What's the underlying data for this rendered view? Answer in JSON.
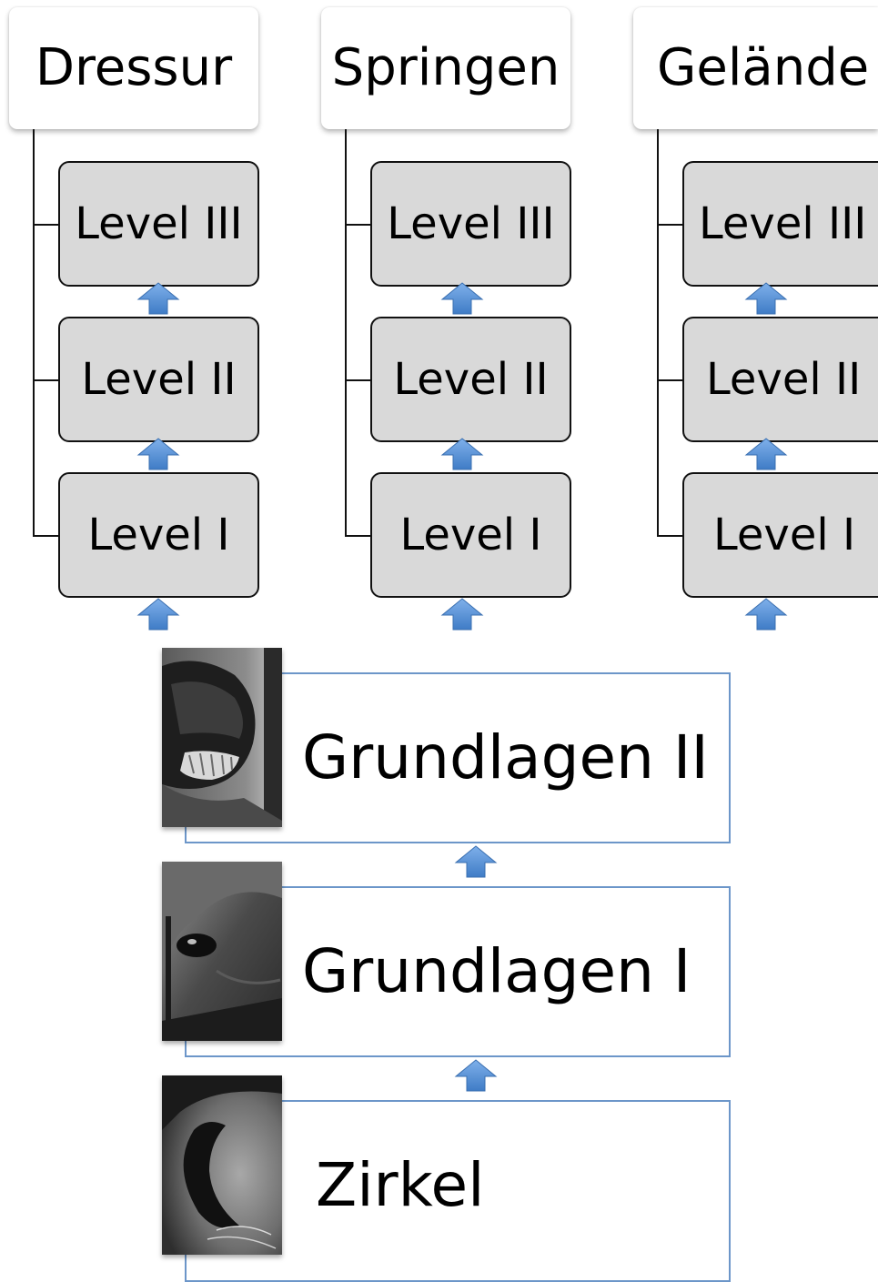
{
  "disciplines": [
    {
      "name": "Dressur",
      "levels": [
        "Level III",
        "Level II",
        "Level I"
      ]
    },
    {
      "name": "Springen",
      "levels": [
        "Level III",
        "Level II",
        "Level I"
      ]
    },
    {
      "name": "Gelände",
      "levels": [
        "Level III",
        "Level II",
        "Level I"
      ]
    }
  ],
  "foundations": [
    {
      "label": "Grundlagen II",
      "icon": "horse-mouth-photo"
    },
    {
      "label": "Grundlagen I",
      "icon": "horse-eye-photo"
    },
    {
      "label": "Zirkel",
      "icon": "horse-nostril-photo"
    }
  ],
  "colors": {
    "level_fill": "#d9d9d9",
    "arrow_blue": "#4a86cf",
    "foundation_border": "#6c96c9"
  }
}
